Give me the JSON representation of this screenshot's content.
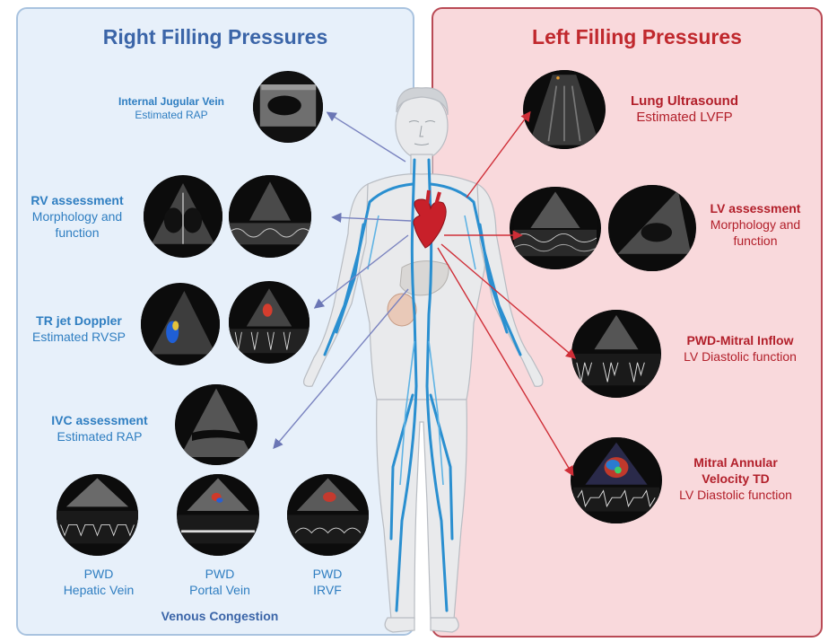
{
  "right": {
    "title": "Right Filling Pressures",
    "ijv": {
      "title": "Internal Jugular Vein",
      "sub": "Estimated RAP"
    },
    "rv": {
      "title": "RV assessment",
      "sub1": "Morphology and",
      "sub2": "function"
    },
    "tr": {
      "title": "TR jet Doppler",
      "sub": "Estimated RVSP"
    },
    "ivc": {
      "title": "IVC assessment",
      "sub": "Estimated RAP"
    },
    "hepatic": {
      "l1": "PWD",
      "l2": "Hepatic Vein"
    },
    "portal": {
      "l1": "PWD",
      "l2": "Portal Vein"
    },
    "irvf": {
      "l1": "PWD",
      "l2": "IRVF"
    },
    "venous": "Venous Congestion"
  },
  "left": {
    "title": "Left Filling Pressures",
    "lung": {
      "title": "Lung Ultrasound",
      "sub": "Estimated LVFP"
    },
    "lv": {
      "title": "LV assessment",
      "sub1": "Morphology and",
      "sub2": "function"
    },
    "pwd": {
      "title": "PWD-Mitral Inflow",
      "sub": "LV Diastolic function"
    },
    "mav": {
      "title1": "Mitral Annular",
      "title2": "Velocity TD",
      "sub": "LV Diastolic function"
    }
  },
  "colors": {
    "blue": "#3b65a8",
    "red": "#c0282d",
    "vein": "#2a8fd0",
    "heart": "#c8202a"
  }
}
